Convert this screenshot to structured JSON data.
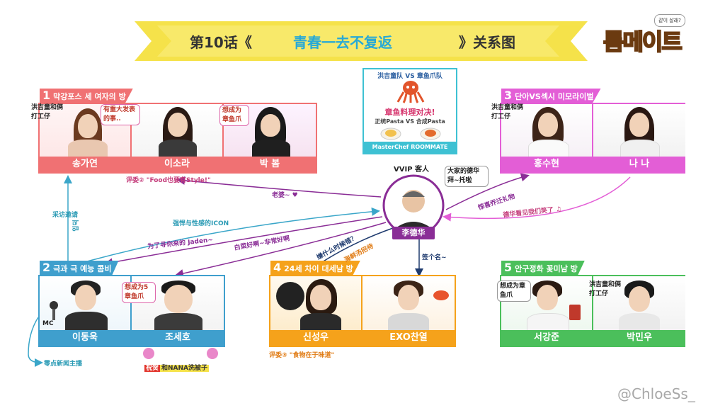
{
  "header": {
    "title_prefix": "第10话《",
    "title_main": "青春一去不复返",
    "title_suffix": "》关系图",
    "logo_text": "룸메이트",
    "logo_bubble": "같이 살래?"
  },
  "center": {
    "guest_label": "VVIP 客人",
    "greeting": "大家的德华 拜~托啦",
    "name": "李德华"
  },
  "masterchef": {
    "team_title": "洪吉童队 VS 章鱼爪队",
    "battle": "章鱼料理对决!",
    "pasta": "正统Pasta VS 合成Pasta",
    "footer": "MasterChef ROOMMATE"
  },
  "rooms": [
    {
      "number": "1",
      "title": "막강포스 세 여자의 방",
      "color": "#f07173",
      "people": [
        {
          "name": "송가연"
        },
        {
          "name": "이소라"
        },
        {
          "name": "박 봄"
        }
      ],
      "notes": [
        "洪吉童和俩打工仔",
        "有重大发表的事..",
        "想成为章鱼爪"
      ],
      "caption": "评委② \"Food也要有Style!\""
    },
    {
      "number": "2",
      "title": "극과 극 예능 콤비",
      "color": "#3f9fcd",
      "people": [
        {
          "name": "이동욱"
        },
        {
          "name": "조세호"
        }
      ],
      "notes": [
        "想成为5章鱼爪",
        "MC"
      ],
      "caption": "零点新闻主播",
      "congrats": "祝贺",
      "congrats_text": "和NANA洗被子"
    },
    {
      "number": "3",
      "title": "단아VS섹시 미모라이벌",
      "color": "#e35ed6",
      "people": [
        {
          "name": "홍수현"
        },
        {
          "name": "나 나"
        }
      ],
      "notes": [
        "洪吉童和俩打工仔"
      ]
    },
    {
      "number": "4",
      "title": "24세 차이 대세남 방",
      "color": "#f5a21b",
      "people": [
        {
          "name": "신성우"
        },
        {
          "name": "EXO찬열"
        }
      ],
      "caption": "评委③ \"食物在于味道\""
    },
    {
      "number": "5",
      "title": "안구정화 꽃미남 방",
      "color": "#4bbf5b",
      "people": [
        {
          "name": "서강준"
        },
        {
          "name": "박민우"
        }
      ],
      "notes": [
        "想成为章鱼爪",
        "洪吉童和俩打工仔"
      ]
    }
  ],
  "links": {
    "to_room1": "老婆~ ♥",
    "invite": "采访邀请",
    "invite_kr": "입덕",
    "icon": "强悍与性感的ICON",
    "jaden": "为了寻你来的 Jaden~",
    "hello": "白菜好啊~非常好啊",
    "why_sick": "嫌什么时候错？",
    "seafood": "海鲜汤招待",
    "sign": "签个名~",
    "gift": "惊喜乔迁礼物",
    "nana": "德华看见我们笑了 ♫"
  },
  "watermark": "@ChloeSs_"
}
